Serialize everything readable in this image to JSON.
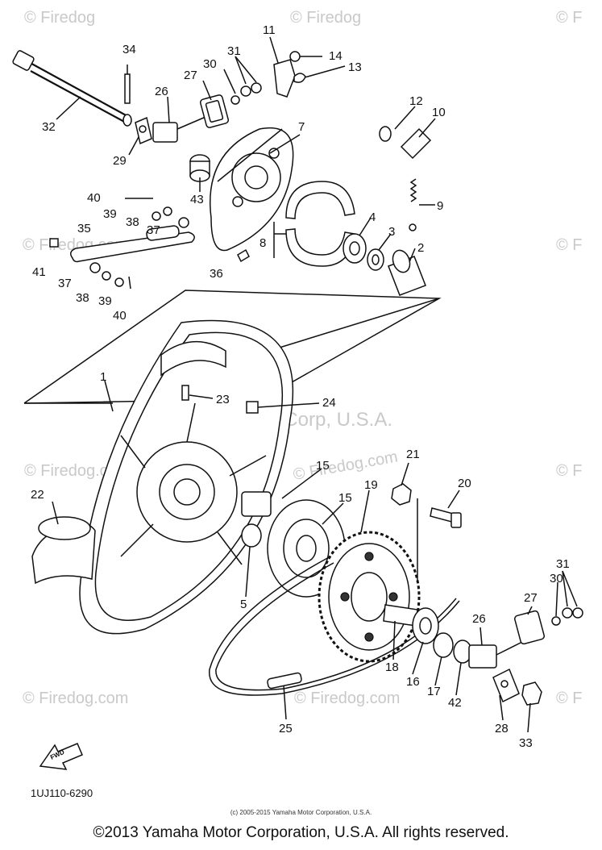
{
  "watermark": "© Firedog.com",
  "watermark_short": "© Firedog",
  "watermark_fragment": "© F",
  "center_watermark": "Yamaha Motor Corp, U.S.A.",
  "diagram_code": "1UJ110-6290",
  "fwd_label": "FWD",
  "fine_print": "(c) 2005-2015 Yamaha Motor Corporation, U.S.A.",
  "copyright": "©2013 Yamaha Motor Corporation, U.S.A. All rights reserved.",
  "part_numbers": [
    "1",
    "2",
    "3",
    "4",
    "5",
    "7",
    "8",
    "9",
    "10",
    "11",
    "12",
    "13",
    "14",
    "15",
    "16",
    "17",
    "18",
    "19",
    "20",
    "21",
    "22",
    "23",
    "24",
    "25",
    "26",
    "27",
    "28",
    "29",
    "30",
    "31",
    "32",
    "33",
    "34",
    "35",
    "36",
    "37",
    "38",
    "39",
    "40",
    "41",
    "42",
    "43"
  ]
}
